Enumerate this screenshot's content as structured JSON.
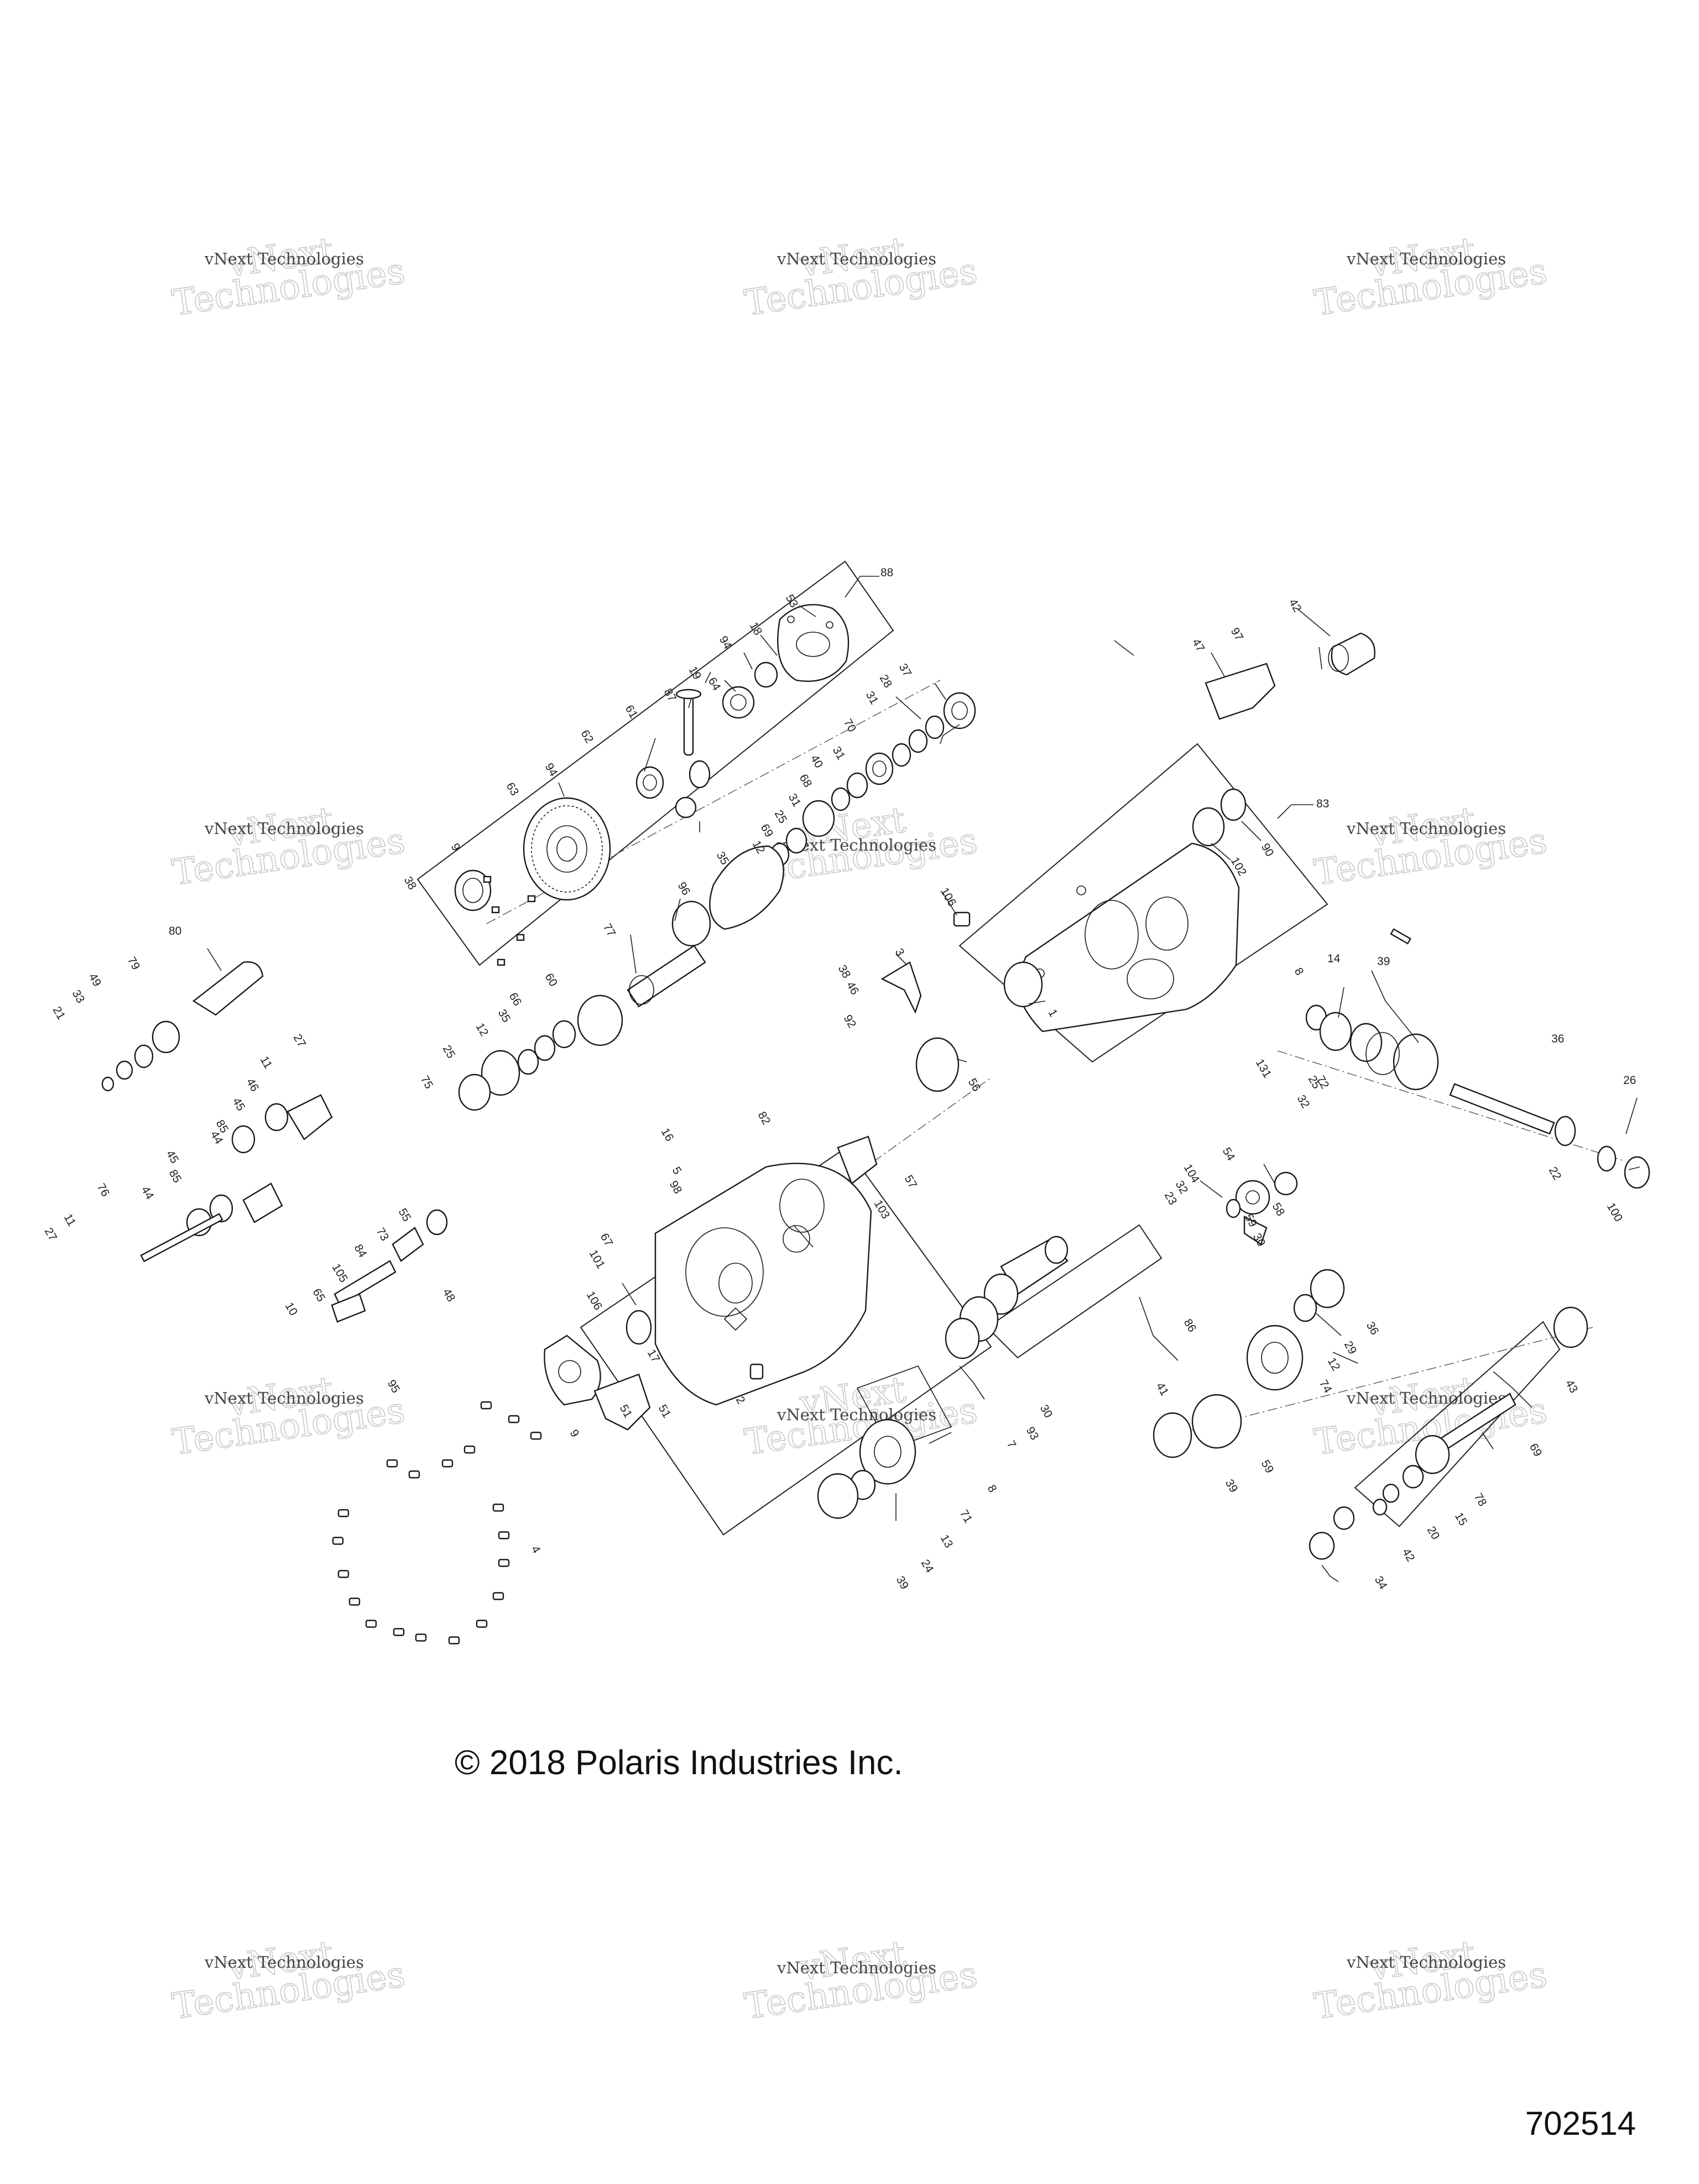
{
  "watermark": {
    "line1": "vNext Technologies",
    "line2": "Technologies",
    "line2_prefix": "vNext"
  },
  "copyright": "© 2018 Polaris Industries Inc.",
  "diagram_id": "702514",
  "callouts": [
    "88",
    "53",
    "18",
    "94",
    "19",
    "64",
    "87",
    "61",
    "62",
    "94",
    "63",
    "9",
    "38",
    "37",
    "28",
    "31",
    "70",
    "31",
    "40",
    "68",
    "31",
    "25",
    "69",
    "12",
    "35",
    "96",
    "77",
    "60",
    "66",
    "35",
    "12",
    "25",
    "75",
    "42",
    "97",
    "47",
    "83",
    "90",
    "102",
    "106",
    "1",
    "38",
    "46",
    "92",
    "3",
    "56",
    "82",
    "16",
    "5",
    "98",
    "103",
    "57",
    "8",
    "14",
    "72",
    "32",
    "131",
    "25",
    "39",
    "51",
    "36",
    "26",
    "22",
    "100",
    "104",
    "54",
    "59",
    "23",
    "32",
    "30",
    "58",
    "80",
    "79",
    "49",
    "33",
    "21",
    "27",
    "11",
    "46",
    "45",
    "85",
    "44",
    "45",
    "85",
    "44",
    "76",
    "11",
    "27",
    "55",
    "73",
    "84",
    "105",
    "48",
    "65",
    "10",
    "95",
    "4",
    "67",
    "101",
    "106",
    "17",
    "2",
    "51",
    "9",
    "86",
    "41",
    "30",
    "93",
    "7",
    "8",
    "71",
    "13",
    "24",
    "39",
    "36",
    "29",
    "12",
    "74",
    "59",
    "39",
    "43",
    "69",
    "78",
    "15",
    "20",
    "42",
    "34"
  ]
}
